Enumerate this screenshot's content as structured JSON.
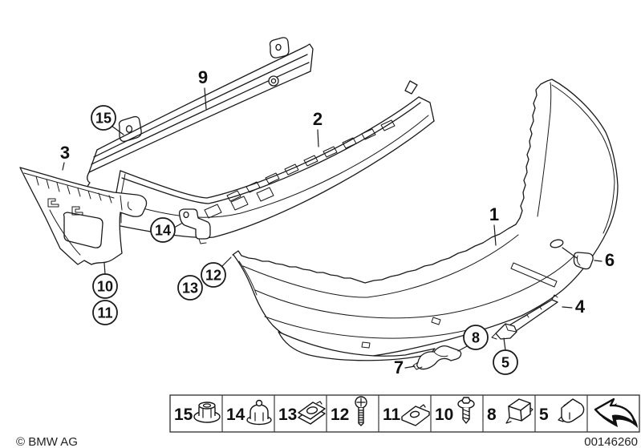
{
  "diagram": {
    "colors": {
      "background": "#ffffff",
      "line": "#1a1a1a"
    },
    "callouts": {
      "plain": {
        "c1": "1",
        "c2": "2",
        "c3": "3",
        "c4": "4",
        "c6": "6",
        "c7": "7",
        "c9": "9"
      },
      "circled": {
        "c5": "5",
        "c8": "8",
        "c10": "10",
        "c11": "11",
        "c12": "12",
        "c13": "13",
        "c14": "14",
        "c15": "15"
      }
    },
    "legend": {
      "cells": [
        {
          "number": "15",
          "icon": "flange-nut-icon"
        },
        {
          "number": "14",
          "icon": "cap-nut-icon"
        },
        {
          "number": "13",
          "icon": "speed-clip-icon"
        },
        {
          "number": "12",
          "icon": "phillips-screw-icon"
        },
        {
          "number": "11",
          "icon": "flat-clip-icon"
        },
        {
          "number": "10",
          "icon": "washer-head-screw-icon"
        },
        {
          "number": "8",
          "icon": "expansion-rivet-icon"
        },
        {
          "number": "5",
          "icon": "retaining-clip-icon"
        }
      ],
      "arrow_icon": "view-direction-arrow-icon"
    },
    "footer": {
      "copyright": "© BMW AG",
      "document_number": "00146260"
    }
  }
}
